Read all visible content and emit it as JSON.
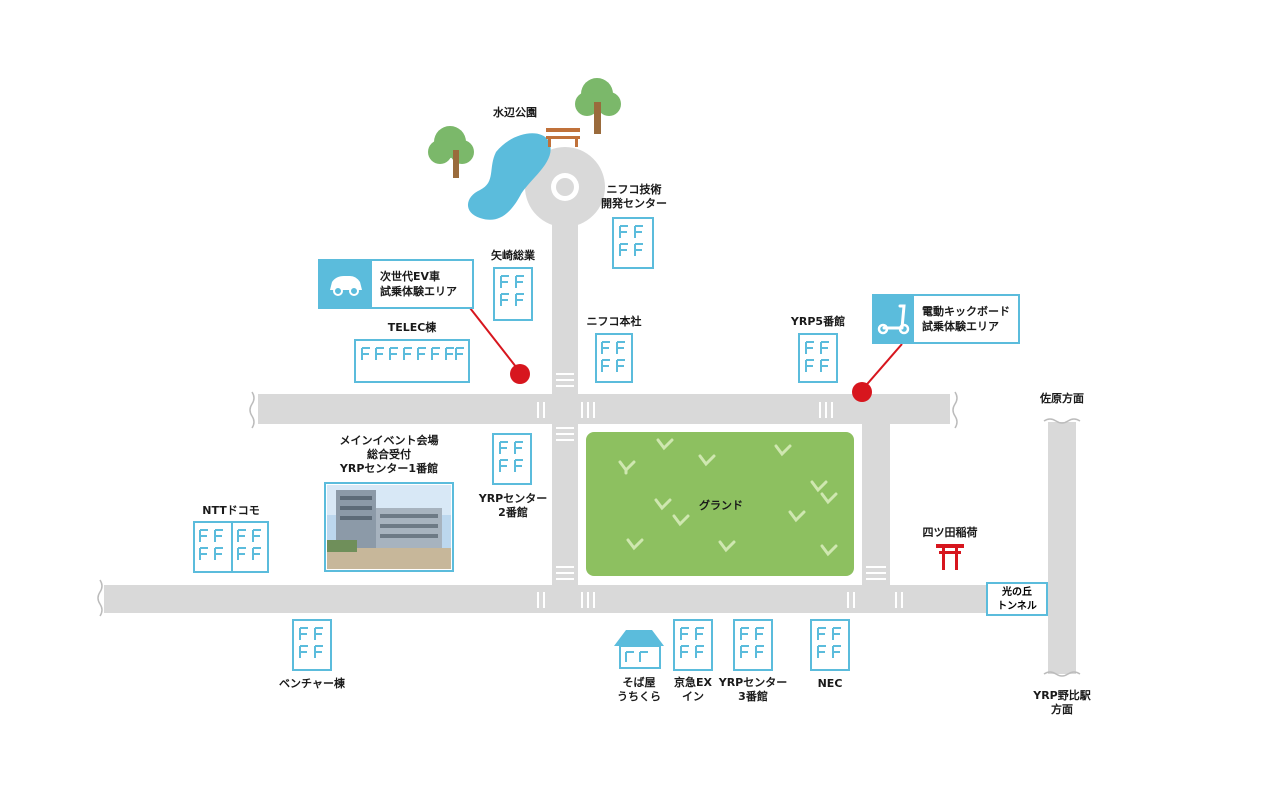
{
  "places": {
    "mizube_park": "水辺公園",
    "nifco_tech": "ニフコ技術\n開発センター",
    "yazaki": "矢崎総業",
    "telec": "TELEC棟",
    "nifco_hq": "ニフコ本社",
    "yrp5": "YRP5番館",
    "main_event": "メインイベント会場\n総合受付\nYRPセンター1番館",
    "yrp2": "YRPセンター\n2番館",
    "ground": "グランド",
    "ntt_docomo": "NTTドコモ",
    "venture": "ベンチャー棟",
    "soba": "そば屋\nうちくら",
    "keikyu_ex": "京急EX\nイン",
    "yrp3": "YRPセンター\n3番館",
    "nec": "NEC",
    "yotsuda": "四ツ田稲荷",
    "sahara": "佐原方面",
    "yrp_nobi": "YRP野比駅\n方面",
    "tunnel": "光の丘\nトンネル"
  },
  "callouts": {
    "ev_area": "次世代EV車\n試乗体験エリア",
    "scooter_area": "電動キックボード\n試乗体験エリア"
  },
  "colors": {
    "road": "#d9d9d9",
    "building": "#5bbcdc",
    "water": "#5bbcdc",
    "ground": "#8dc060",
    "marker": "#d7161e",
    "torii": "#d7161e",
    "tree": "#7bb86a",
    "trunk": "#9a6b3c"
  },
  "icons": [
    "ev-car-icon",
    "kick-scooter-icon",
    "torii-icon",
    "tree-icon",
    "bench-icon"
  ]
}
